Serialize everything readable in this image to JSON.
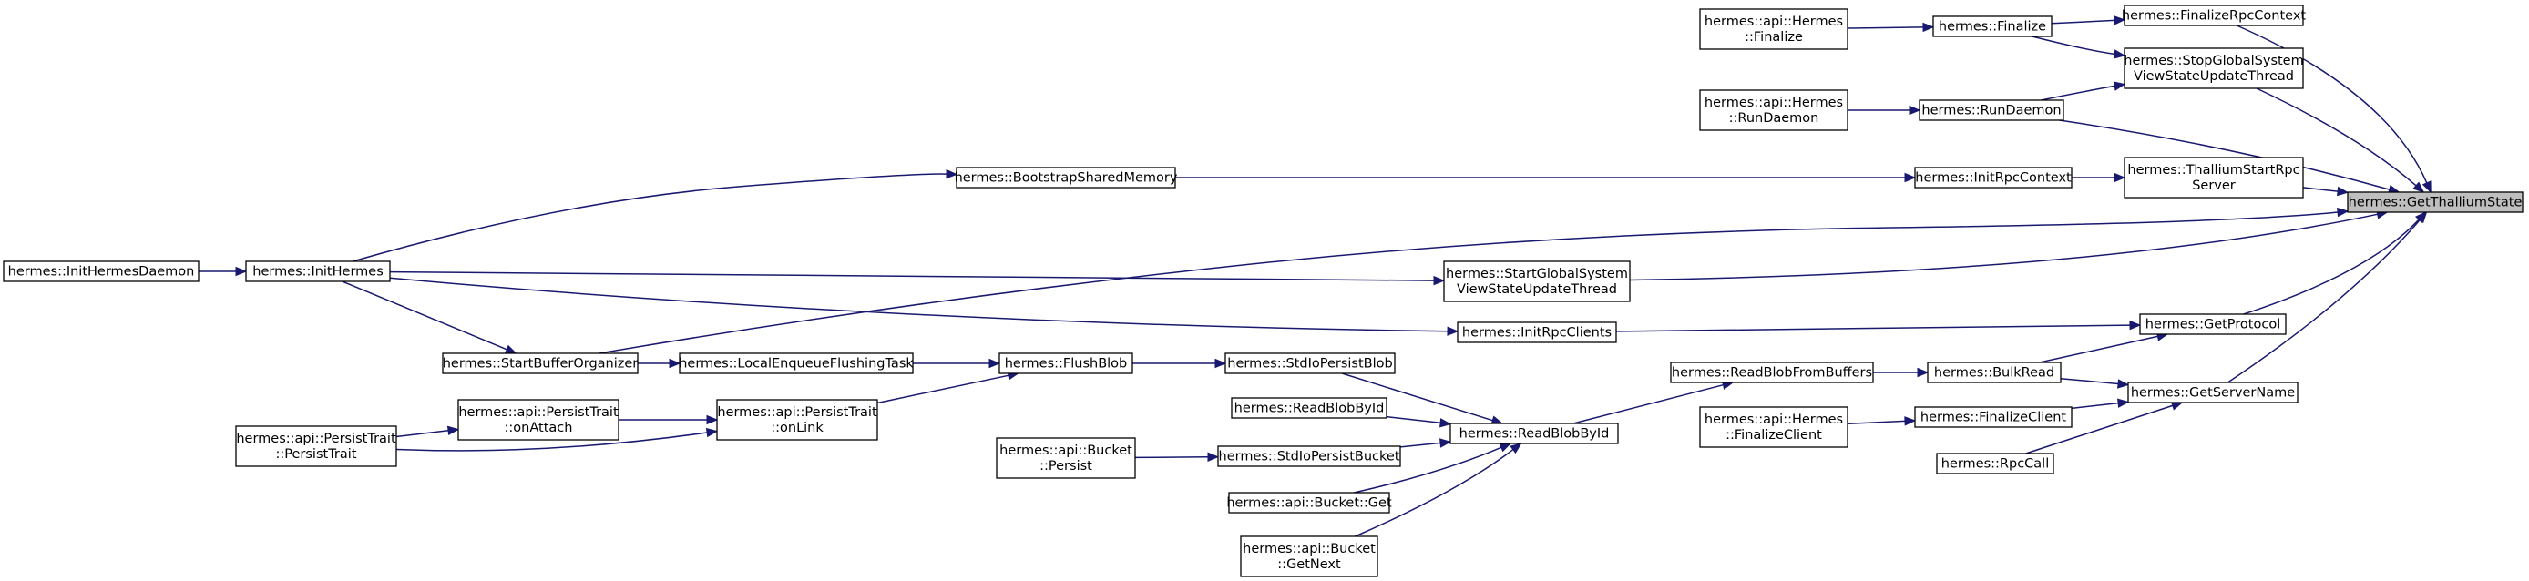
{
  "diagram": {
    "nodes": [
      {
        "id": "target",
        "lines": [
          "hermes::GetThalliumState"
        ],
        "highlight": true
      },
      {
        "id": "finalizeRpcContext",
        "lines": [
          "hermes::FinalizeRpcContext"
        ]
      },
      {
        "id": "stopGlobal",
        "lines": [
          "hermes::StopGlobalSystem",
          "ViewStateUpdateThread"
        ]
      },
      {
        "id": "runDaemon",
        "lines": [
          "hermes::RunDaemon"
        ]
      },
      {
        "id": "thalliumStart",
        "lines": [
          "hermes::ThalliumStartRpc",
          "Server"
        ]
      },
      {
        "id": "startGlobal",
        "lines": [
          "hermes::StartGlobalSystem",
          "ViewStateUpdateThread"
        ]
      },
      {
        "id": "getProtocol",
        "lines": [
          "hermes::GetProtocol"
        ]
      },
      {
        "id": "getServerName",
        "lines": [
          "hermes::GetServerName"
        ]
      },
      {
        "id": "finalize",
        "lines": [
          "hermes::Finalize"
        ]
      },
      {
        "id": "apiFinalize",
        "lines": [
          "hermes::api::Hermes",
          "::Finalize"
        ]
      },
      {
        "id": "apiRunDaemon",
        "lines": [
          "hermes::api::Hermes",
          "::RunDaemon"
        ]
      },
      {
        "id": "initRpcContext",
        "lines": [
          "hermes::InitRpcContext"
        ]
      },
      {
        "id": "bootstrap",
        "lines": [
          "hermes::BootstrapSharedMemory"
        ]
      },
      {
        "id": "initHermes",
        "lines": [
          "hermes::InitHermes"
        ]
      },
      {
        "id": "initDaemon",
        "lines": [
          "hermes::InitHermesDaemon"
        ]
      },
      {
        "id": "startBufferOrg",
        "lines": [
          "hermes::StartBufferOrganizer"
        ]
      },
      {
        "id": "initRpcClients",
        "lines": [
          "hermes::InitRpcClients"
        ]
      },
      {
        "id": "bulkRead",
        "lines": [
          "hermes::BulkRead"
        ]
      },
      {
        "id": "readBlobFromBuffers",
        "lines": [
          "hermes::ReadBlobFromBuffers"
        ]
      },
      {
        "id": "readBlobById",
        "lines": [
          "hermes::ReadBlobById"
        ]
      },
      {
        "id": "finalizeClient",
        "lines": [
          "hermes::FinalizeClient"
        ]
      },
      {
        "id": "apiFinalizeClient",
        "lines": [
          "hermes::api::Hermes",
          "::FinalizeClient"
        ]
      },
      {
        "id": "rpcCall",
        "lines": [
          "hermes::RpcCall"
        ]
      },
      {
        "id": "stdioPersistBlob",
        "lines": [
          "hermes::StdIoPersistBlob"
        ]
      },
      {
        "id": "readBlobByIdPlain",
        "lines": [
          "hermes::ReadBlobById"
        ]
      },
      {
        "id": "stdioPersistBucket",
        "lines": [
          "hermes::StdIoPersistBucket"
        ]
      },
      {
        "id": "bucketGet",
        "lines": [
          "hermes::api::Bucket::Get"
        ]
      },
      {
        "id": "bucketGetNext",
        "lines": [
          "hermes::api::Bucket",
          "::GetNext"
        ]
      },
      {
        "id": "bucketPersist",
        "lines": [
          "hermes::api::Bucket",
          "::Persist"
        ]
      },
      {
        "id": "flushBlob",
        "lines": [
          "hermes::FlushBlob"
        ]
      },
      {
        "id": "localEnqueue",
        "lines": [
          "hermes::LocalEnqueueFlushingTask"
        ]
      },
      {
        "id": "onLink",
        "lines": [
          "hermes::api::PersistTrait",
          "::onLink"
        ]
      },
      {
        "id": "onAttach",
        "lines": [
          "hermes::api::PersistTrait",
          "::onAttach"
        ]
      },
      {
        "id": "persistTrait",
        "lines": [
          "hermes::api::PersistTrait",
          "::PersistTrait"
        ]
      }
    ],
    "edges": [
      [
        "finalizeRpcContext",
        "target"
      ],
      [
        "stopGlobal",
        "target"
      ],
      [
        "runDaemon",
        "target"
      ],
      [
        "thalliumStart",
        "target"
      ],
      [
        "startGlobal",
        "target"
      ],
      [
        "getProtocol",
        "target"
      ],
      [
        "getServerName",
        "target"
      ],
      [
        "startBufferOrg",
        "target"
      ],
      [
        "finalize",
        "finalizeRpcContext"
      ],
      [
        "finalize",
        "stopGlobal"
      ],
      [
        "apiFinalize",
        "finalize"
      ],
      [
        "runDaemon",
        "stopGlobal"
      ],
      [
        "apiRunDaemon",
        "runDaemon"
      ],
      [
        "initRpcContext",
        "thalliumStart"
      ],
      [
        "bootstrap",
        "initRpcContext"
      ],
      [
        "initHermes",
        "bootstrap"
      ],
      [
        "initHermes",
        "startGlobal"
      ],
      [
        "initHermes",
        "initRpcClients"
      ],
      [
        "initHermes",
        "startBufferOrg"
      ],
      [
        "initDaemon",
        "initHermes"
      ],
      [
        "initRpcClients",
        "getProtocol"
      ],
      [
        "bulkRead",
        "getProtocol"
      ],
      [
        "bulkRead",
        "getServerName"
      ],
      [
        "readBlobFromBuffers",
        "bulkRead"
      ],
      [
        "readBlobById",
        "readBlobFromBuffers"
      ],
      [
        "finalizeClient",
        "getServerName"
      ],
      [
        "apiFinalizeClient",
        "finalizeClient"
      ],
      [
        "rpcCall",
        "getServerName"
      ],
      [
        "stdioPersistBlob",
        "readBlobById"
      ],
      [
        "readBlobByIdPlain",
        "readBlobById"
      ],
      [
        "stdioPersistBucket",
        "readBlobById"
      ],
      [
        "bucketGet",
        "readBlobById"
      ],
      [
        "bucketGetNext",
        "readBlobById"
      ],
      [
        "bucketPersist",
        "stdioPersistBucket"
      ],
      [
        "flushBlob",
        "stdioPersistBlob"
      ],
      [
        "localEnqueue",
        "flushBlob"
      ],
      [
        "startBufferOrg",
        "localEnqueue"
      ],
      [
        "onLink",
        "flushBlob"
      ],
      [
        "onAttach",
        "onLink"
      ],
      [
        "persistTrait",
        "onLink"
      ],
      [
        "persistTrait",
        "onAttach"
      ]
    ]
  }
}
